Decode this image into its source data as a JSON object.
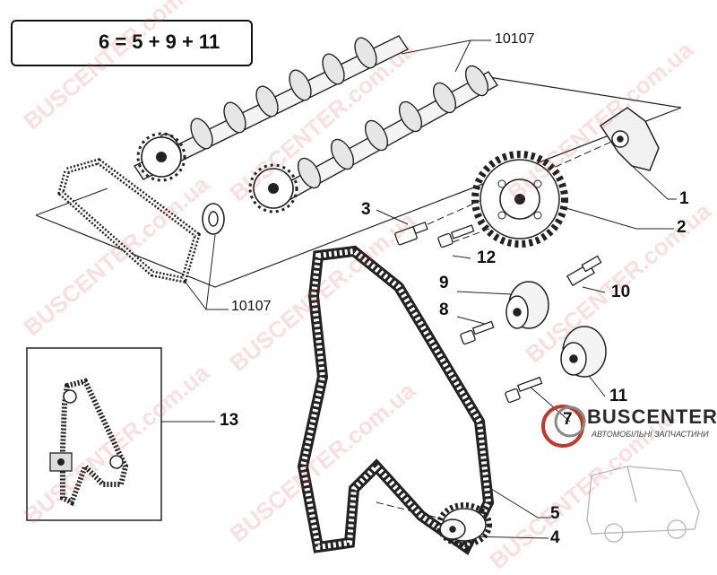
{
  "kit": {
    "formula": "6 = 5 + 9 + 11"
  },
  "callouts": {
    "ref_top": "10107",
    "ref_bottom": "10107",
    "p1": "1",
    "p2": "2",
    "p3": "3",
    "p4": "4",
    "p5": "5",
    "p7": "7",
    "p8": "8",
    "p9": "9",
    "p10": "10",
    "p11": "11",
    "p12": "12",
    "p13": "13"
  },
  "watermark": {
    "text": "BUSCENTER.com.ua"
  },
  "logo": {
    "name": "BUSCENTER",
    "tagline": "АВТОМОБІЛЬНІ ЗАПЧАСТИНИ",
    "color": "#c0392b"
  },
  "colors": {
    "ink": "#111111",
    "watermark": "#dc5050"
  }
}
